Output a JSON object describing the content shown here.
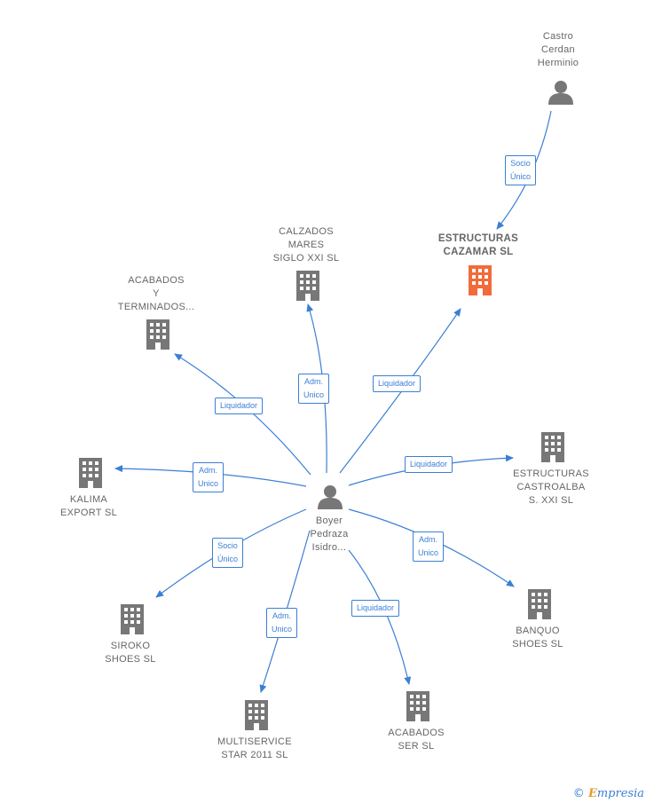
{
  "colors": {
    "edge": "#3b7fd4",
    "building": "#777777",
    "highlight": "#f26b3a",
    "person": "#777777"
  },
  "center": {
    "label": "Boyer\nPedraza\nIsidro..."
  },
  "top_person": {
    "label": "Castro\nCerdan\nHerminio"
  },
  "companies": {
    "estructuras_cazamar": "ESTRUCTURAS\nCAZAMAR SL",
    "calzados_mares": "CALZADOS\nMARES\nSIGLO XXI SL",
    "acabados_terminados": "ACABADOS\nY\nTERMINADOS...",
    "kalima": "KALIMA\nEXPORT SL",
    "estructuras_castroalba": "ESTRUCTURAS\nCASTROALBA\nS.  XXI SL",
    "siroko": "SIROKO\nSHOES SL",
    "banquo": "BANQUO\nSHOES SL",
    "multiservice": "MULTISERVICE\nSTAR 2011 SL",
    "acabados_ser": "ACABADOS\nSER SL"
  },
  "edge_labels": {
    "socio_unico_top": "Socio\nÚnico",
    "calzados": "Adm.\nUnico",
    "cazamar": "Liquidador",
    "acabados_terminados": "Liquidador",
    "kalima": "Adm.\nUnico",
    "castroalba": "Liquidador",
    "siroko": "Socio\nÚnico",
    "banquo": "Adm.\nUnico",
    "multiservice": "Adm.\nUnico",
    "acabados_ser": "Liquidador"
  },
  "footer": {
    "copyright": "©",
    "brand_initial": "E",
    "brand_rest": "mpresia"
  }
}
